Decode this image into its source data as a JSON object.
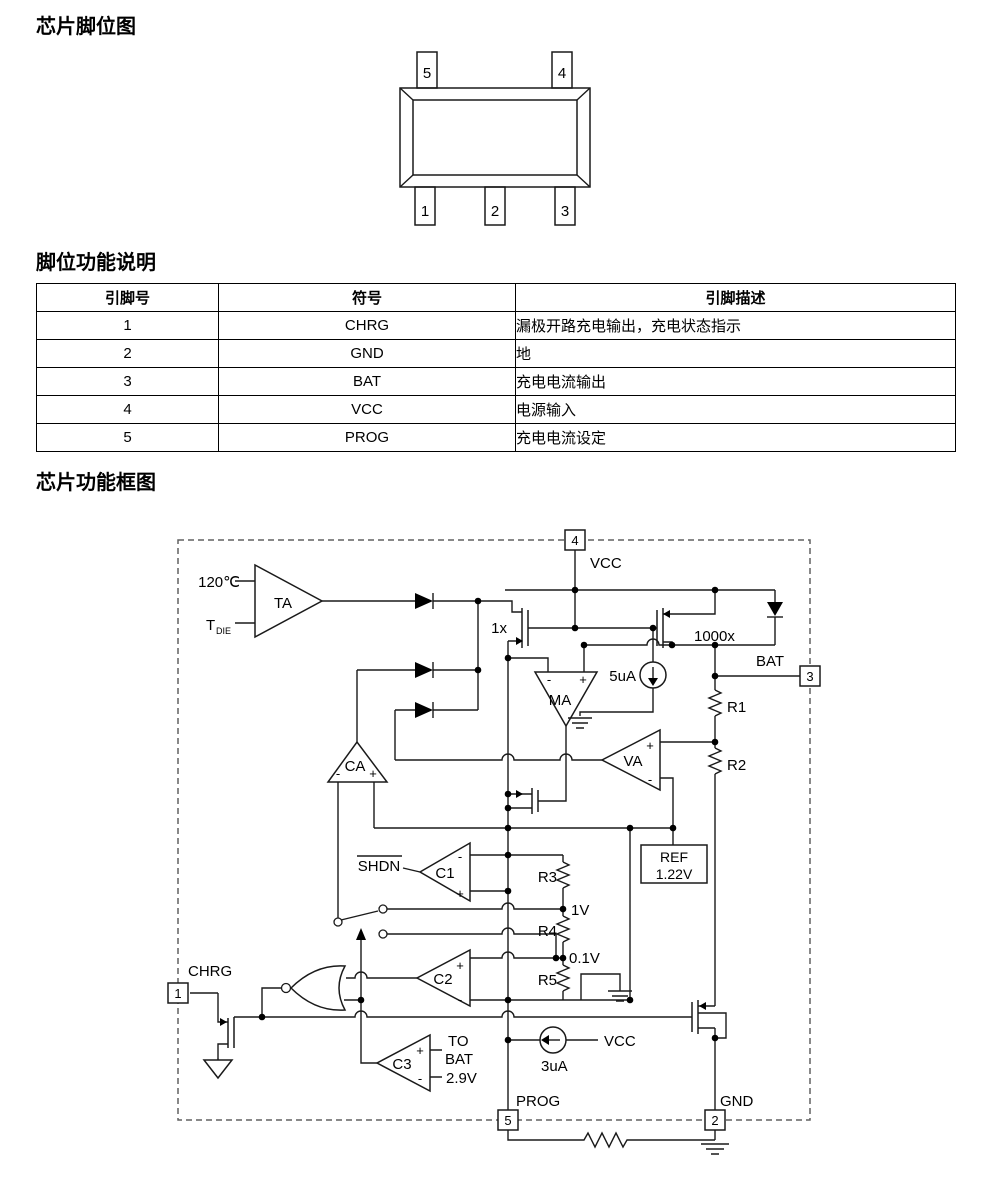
{
  "doc": {
    "section1": "芯片脚位图",
    "section2": "脚位功能说明",
    "section3": "芯片功能框图"
  },
  "package": {
    "top_pins": [
      "5",
      "4"
    ],
    "bottom_pins": [
      "1",
      "2",
      "3"
    ]
  },
  "pin_table": {
    "headers": [
      "引脚号",
      "符号",
      "引脚描述"
    ],
    "rows": [
      [
        "1",
        "CHRG",
        "漏极开路充电输出，充电状态指示"
      ],
      [
        "2",
        "GND",
        "地"
      ],
      [
        "3",
        "BAT",
        "充电电流输出"
      ],
      [
        "4",
        "VCC",
        "电源输入"
      ],
      [
        "5",
        "PROG",
        "充电电流设定"
      ]
    ]
  },
  "schematic": {
    "pins": {
      "p1": "1",
      "p2": "2",
      "p3": "3",
      "p4": "4",
      "p5": "5"
    },
    "nets": {
      "vcc": "VCC",
      "bat": "BAT",
      "chrg": "CHRG",
      "prog": "PROG",
      "gnd": "GND",
      "shdn": "SHDN"
    },
    "amps": {
      "ta": "TA",
      "ca": "CA",
      "ma": "MA",
      "va": "VA",
      "c1": "C1",
      "c2": "C2",
      "c3": "C3"
    },
    "labels": {
      "temp": "120℃",
      "tdie_main": "T",
      "tdie_sub": "DIE",
      "m1": "1x",
      "m2": "1000x",
      "i5ua": "5uA",
      "i3ua": "3uA",
      "ref1": "REF",
      "ref2": "1.22V",
      "r1": "R1",
      "r2": "R2",
      "r3": "R3",
      "r4": "R4",
      "r5": "R5",
      "v1": "1V",
      "v01": "0.1V",
      "v29": "2.9V",
      "to1": "TO",
      "to2": "BAT",
      "plus": "+",
      "minus": "-"
    }
  }
}
